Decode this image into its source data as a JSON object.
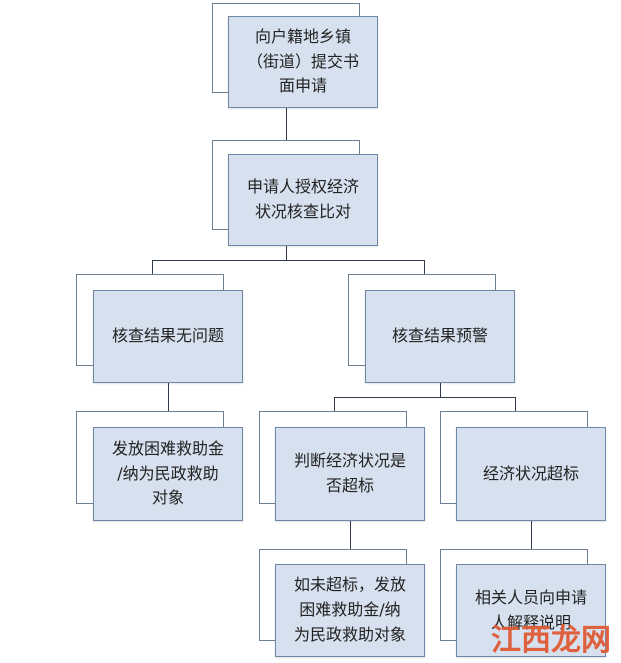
{
  "nodes": {
    "n1": "向户籍地乡镇\n（街道）提交书\n面申请",
    "n2": "申请人授权经济\n状况核查比对",
    "n3": "核查结果无问题",
    "n4": "核查结果预警",
    "n5": "发放困难救助金\n/纳为民政救助\n对象",
    "n6": "判断经济状况是\n否超标",
    "n7": "经济状况超标",
    "n8": "如未超标，发放\n困难救助金/纳\n为民政救助对象",
    "n9": "相关人员向申请\n人解释说明"
  },
  "watermark": "江西龙网",
  "colors": {
    "box_fill": "#d6e0ee",
    "box_border": "#6f87a7",
    "line": "#2f3a4a",
    "watermark": "#e05a34"
  }
}
